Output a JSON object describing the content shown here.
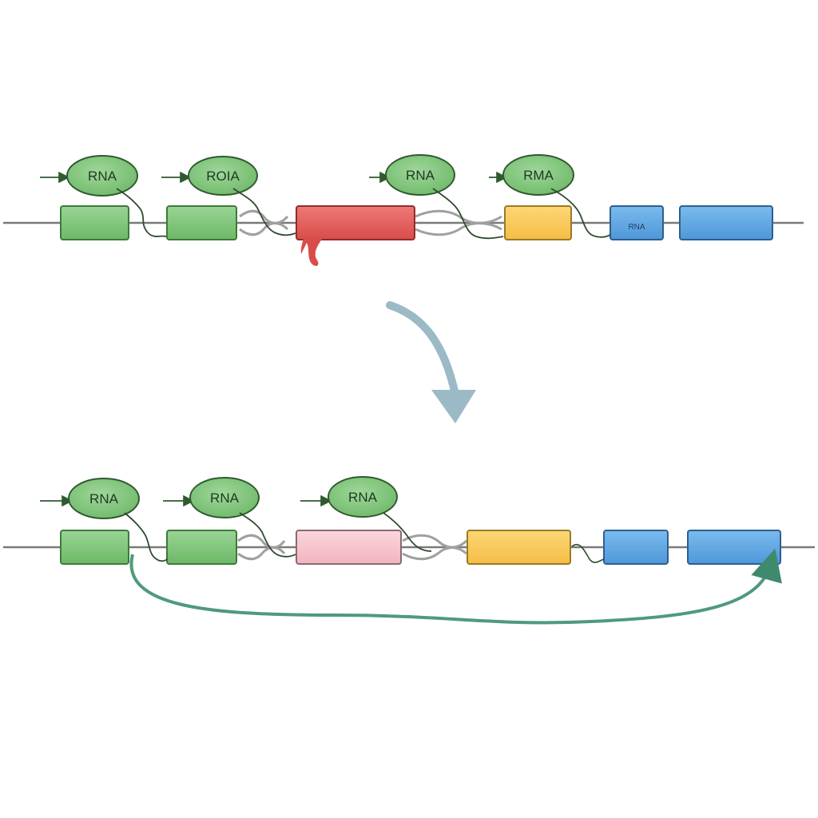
{
  "colors": {
    "background": "#ffffff",
    "dna_line": "#7a7a7a",
    "green_block": "#7cc576",
    "green_block_stroke": "#3c7a3a",
    "rna_fill": "#7cc576",
    "rna_stroke": "#2f5a2f",
    "red_block": "#e25d5a",
    "pink_block": "#f7c3cc",
    "yellow_block": "#fac858",
    "blue_block": "#5ea6e3",
    "transition_arrow": "#9bbac6",
    "splice_curve": "#4e9a7c"
  },
  "top_panel": {
    "rna_labels": [
      "RNA",
      "ROIA",
      "RNA",
      "RMA"
    ],
    "blue_block_label": "RNA"
  },
  "bottom_panel": {
    "rna_labels": [
      "RNA",
      "RNA",
      "RNA"
    ]
  },
  "icons": {
    "transition": "curved-down-arrow-icon",
    "splice": "curved-connector-arrow-icon"
  }
}
